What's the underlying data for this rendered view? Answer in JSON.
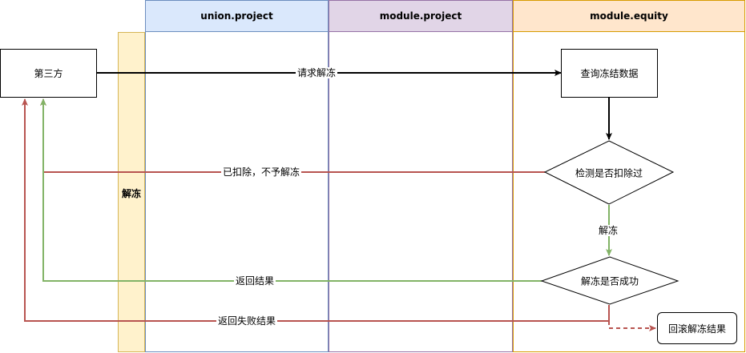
{
  "lanes": {
    "union_project": "union.project",
    "module_project": "module.project",
    "module_equity": "module.equity"
  },
  "swimlane_label": "解冻",
  "nodes": {
    "third_party": "第三方",
    "query_frozen": "查询冻结数据",
    "check_deducted": "检测是否扣除过",
    "unfreeze_success": "解冻是否成功",
    "rollback_unfreeze": "回滚解冻结果"
  },
  "edges": {
    "request_unfreeze": "请求解冻",
    "already_deducted": "已扣除，不予解冻",
    "unfreeze": "解冻",
    "return_result": "返回结果",
    "return_fail_result": "返回失败结果"
  },
  "colors": {
    "union_fill": "#dae8fc",
    "union_stroke": "#6c8ebf",
    "module_fill": "#e1d5e7",
    "module_stroke": "#9673a6",
    "equity_fill": "#ffe6cc",
    "equity_stroke": "#d79b00",
    "band_fill": "#fff2cc",
    "band_stroke": "#d6b656",
    "red": "#b85450",
    "green": "#82b366"
  }
}
